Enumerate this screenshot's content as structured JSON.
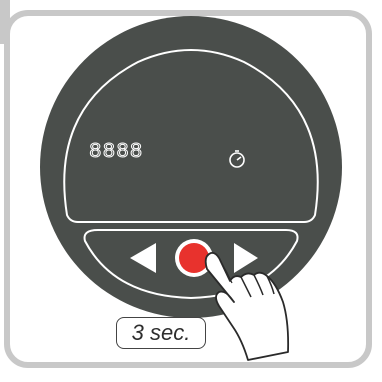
{
  "display": {
    "time_readout": "8888",
    "status_icon": "timer-icon"
  },
  "controls": {
    "left_arrow_icon": "arrow-left-icon",
    "center_button_icon": "power-button",
    "right_arrow_icon": "arrow-right-icon"
  },
  "hint": {
    "duration_label": "3 sec.",
    "gesture_icon": "pointing-hand-icon"
  },
  "colors": {
    "device_body": "#4a4e4b",
    "display_outline": "#ffffff",
    "center_button": "#e8322d",
    "frame": "#c8c8c8"
  }
}
